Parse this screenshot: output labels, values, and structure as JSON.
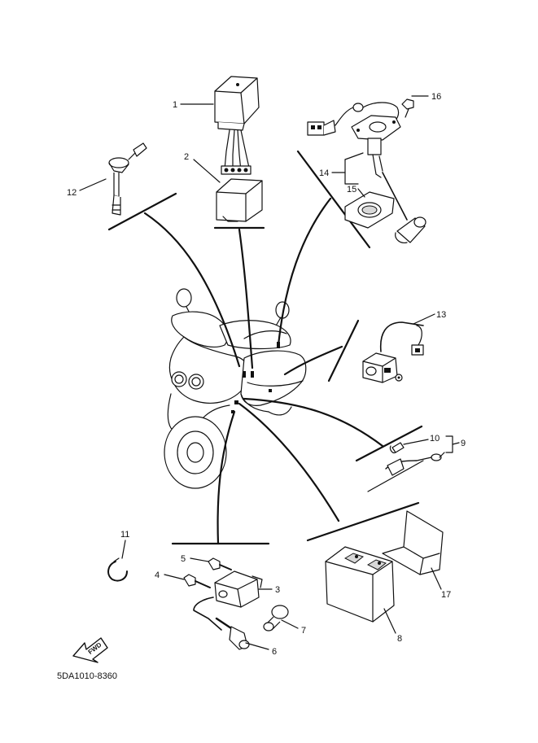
{
  "callouts": [
    {
      "id": "1",
      "text": "1"
    },
    {
      "id": "2",
      "text": "2"
    },
    {
      "id": "3",
      "text": "3"
    },
    {
      "id": "4",
      "text": "4"
    },
    {
      "id": "5",
      "text": "5"
    },
    {
      "id": "6",
      "text": "6"
    },
    {
      "id": "7",
      "text": "7"
    },
    {
      "id": "8",
      "text": "8"
    },
    {
      "id": "9",
      "text": "9"
    },
    {
      "id": "10",
      "text": "10"
    },
    {
      "id": "11",
      "text": "11"
    },
    {
      "id": "12",
      "text": "12"
    },
    {
      "id": "13",
      "text": "13"
    },
    {
      "id": "14",
      "text": "14"
    },
    {
      "id": "15",
      "text": "15"
    },
    {
      "id": "16",
      "text": "16"
    },
    {
      "id": "17",
      "text": "17"
    }
  ],
  "direction_label": "FWD",
  "diagram_code": "5DA1010-8360"
}
